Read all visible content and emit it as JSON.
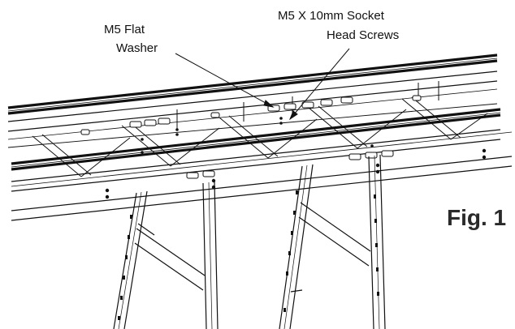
{
  "callouts": {
    "washer_line1": "M5 Flat",
    "washer_line2": "Washer",
    "screws_line1": "M5 X 10mm Socket",
    "screws_line2": "Head Screws"
  },
  "figure_label": "Fig. 1",
  "colors": {
    "line": "#111111",
    "background": "#ffffff"
  }
}
